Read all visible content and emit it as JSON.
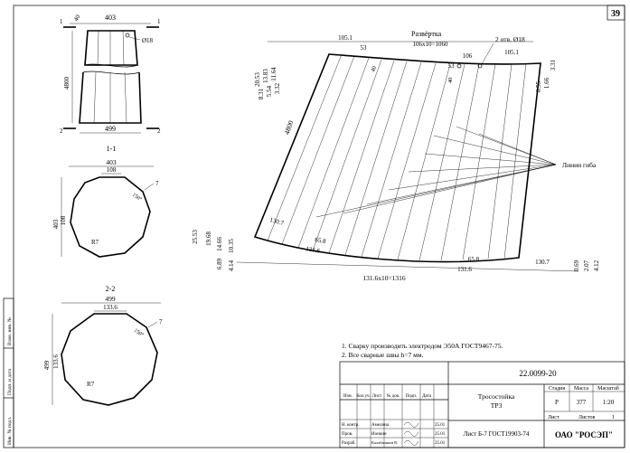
{
  "sheet_number": "39",
  "side_labels": [
    "Инв. № подл.",
    "Подп. и дата",
    "Взам. инв. №"
  ],
  "front_view": {
    "dims": {
      "top": "403",
      "offset": "40",
      "height": "4800",
      "bottom": "499",
      "hole": "Ø18"
    },
    "section_marks": {
      "top": "1",
      "bottom": "2"
    }
  },
  "section_1": {
    "title": "1-1",
    "dims": {
      "width": "403",
      "flat": "108",
      "height": "403",
      "side": "108",
      "angle": "150°",
      "thickness": "7",
      "radius": "R7"
    }
  },
  "section_2": {
    "title": "2-2",
    "dims": {
      "width": "499",
      "flat": "133.6",
      "height": "499",
      "side": "133.6",
      "angle": "150°",
      "thickness": "7",
      "radius": "R7"
    }
  },
  "development": {
    "title": "Развёртка",
    "holes_label": "2 отв. Ø18",
    "bend_lines_label": "Линии гиба",
    "top_dims": [
      "105.1",
      "53",
      "106x10=1060",
      "53",
      "106",
      "105.1"
    ],
    "top_angle_dims": [
      "40",
      "40"
    ],
    "left_dims": [
      "20.53",
      "13.83",
      "11.64",
      "8.31",
      "5.54",
      "3.32"
    ],
    "right_dims": [
      "3.31",
      "1.66",
      "0.55"
    ],
    "length": "4800",
    "bottom_left_dims": [
      "25.53",
      "19.68",
      "14.66",
      "10.35",
      "6.89",
      "4.14"
    ],
    "bottom_right_dims": [
      "0.69",
      "2.07",
      "4.12"
    ],
    "bottom_dims": [
      "130.7",
      "65.8",
      "131.6",
      "131.6x10=1316",
      "131.6",
      "65.8",
      "130.7"
    ]
  },
  "notes": [
    "1. Сварку производить электродом Э50А ГОСТ9467-75.",
    "2. Все сварные швы h=7 мм."
  ],
  "title_block": {
    "doc_number": "22.0099-20",
    "name_line1": "Тросостойка",
    "name_line2": "ТР3",
    "cols": [
      "Изм.",
      "Кол.уч.",
      "Лист",
      "№ док.",
      "Подп.",
      "Дата"
    ],
    "roles": [
      "Н. контр.",
      "Пров.",
      "Разраб."
    ],
    "people": [
      "Амелина",
      "Ионкин",
      "Калабашкин В."
    ],
    "dates": [
      "25.01",
      "25.01",
      "25.01"
    ],
    "stage_hdr": "Стадия",
    "mass_hdr": "Масса",
    "scale_hdr": "Масштаб",
    "stage": "Р",
    "mass": "377",
    "scale": "1:20",
    "sheet_lbl": "Лист",
    "sheets_lbl": "Листов",
    "sheets": "1",
    "material": "Лист Б-7 ГОСТ19903-74",
    "company": "ОАО \"РОСЭП\""
  }
}
